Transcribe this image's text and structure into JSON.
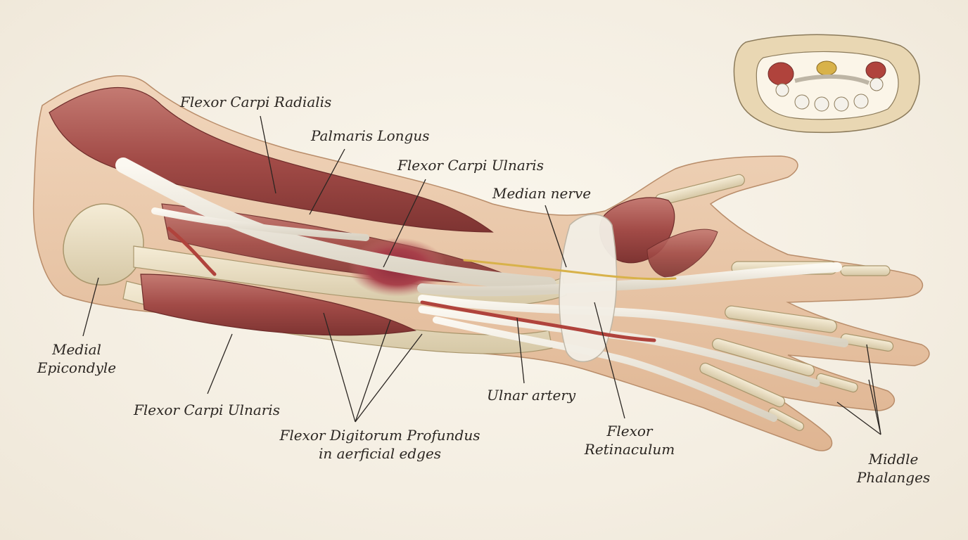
{
  "labels": {
    "flexor_carpi_radialis": "Flexor Carpi Radialis",
    "palmaris_longus": "Palmaris Longus",
    "flexor_carpi_ulnaris_top": "Flexor Carpi Ulnaris",
    "median_nerve": "Median nerve",
    "medial_epicondyle_1": "Medial",
    "medial_epicondyle_2": "Epicondyle",
    "flexor_carpi_ulnaris_bottom": "Flexor Carpi Ulnaris",
    "flexor_digitorum_1": "Flexor Digitorum Profundus",
    "flexor_digitorum_2": "in aerficial edges",
    "ulnar_artery": "Ulnar artery",
    "flexor_retinaculum_1": "Flexor",
    "flexor_retinaculum_2": "Retinaculum",
    "middle_phalanges_1": "Middle",
    "middle_phalanges_2": "Phalanges"
  },
  "colors": {
    "skin": "#e9c8a8",
    "muscle": "#a8504c",
    "tendon": "#eeeae0",
    "bone": "#e8dcc0",
    "artery": "#b0433c",
    "nerve": "#d8b24a",
    "line": "#2b2622"
  },
  "icons": {
    "cross_section": "wrist-cross-section-illustration"
  }
}
